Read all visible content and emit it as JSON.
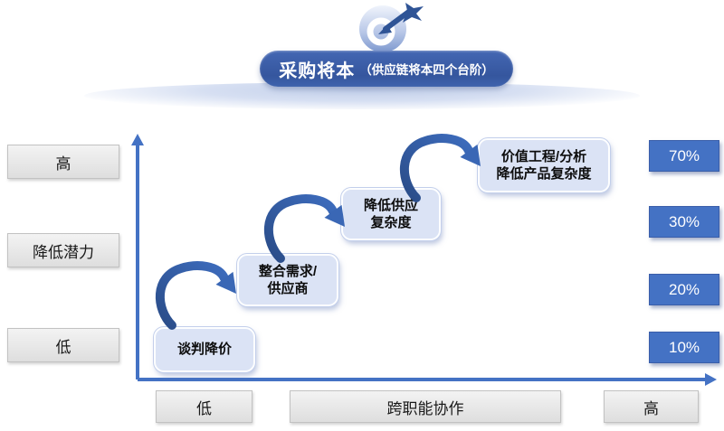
{
  "title": {
    "main": "采购将本",
    "sub": "（供应链将本四个台阶）"
  },
  "y_axis": {
    "high": "高",
    "mid": "降低潜力",
    "low": "低"
  },
  "x_axis": {
    "low": "低",
    "mid": "跨职能协作",
    "high": "高"
  },
  "steps": [
    {
      "label": "谈判降价",
      "percent": "10%"
    },
    {
      "label": "整合需求/\n供应商",
      "percent": "20%"
    },
    {
      "label": "降低供应\n复杂度",
      "percent": "30%"
    },
    {
      "label": "价值工程/分析\n降低产品复杂度",
      "percent": "70%"
    }
  ],
  "icon": "dart-target-icon",
  "colors": {
    "accent": "#4472C4",
    "arrow_dark": "#2A4C88",
    "arrow_light": "#3D6CBD",
    "step_fill": "#DBE3F5",
    "gray_label_fill": "#E8E8E8",
    "pill_blue": "#35569E",
    "percent_fill": "#4472C4",
    "text_on_blue": "#FFFFFF"
  }
}
